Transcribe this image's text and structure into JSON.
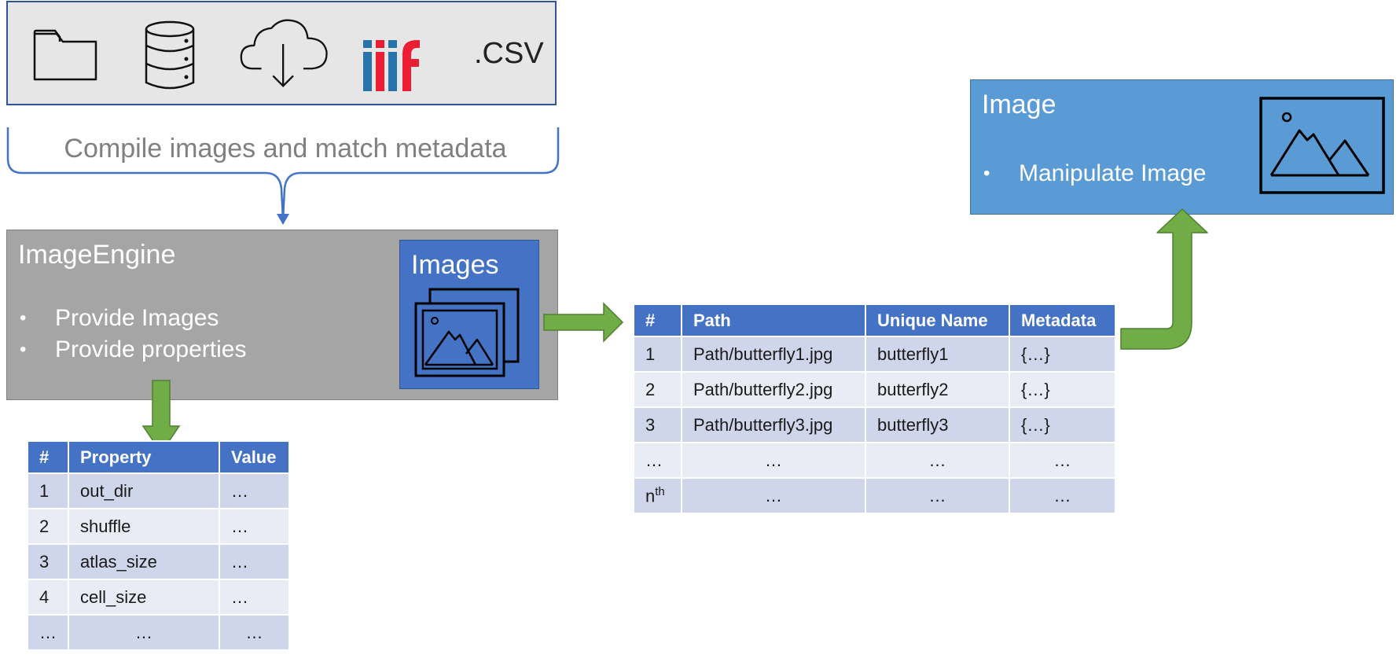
{
  "sources": {
    "icons": [
      "folder-icon",
      "database-icon",
      "cloud-download-icon",
      "iiif-logo",
      "csv-label"
    ],
    "iiif_text": "iiif",
    "csv_label": ".CSV"
  },
  "compile_caption": "Compile images and match metadata",
  "engine": {
    "title": "ImageEngine",
    "bullets": [
      "Provide Images",
      "Provide properties"
    ],
    "images_title": "Images"
  },
  "image_box": {
    "title": "Image",
    "bullets": [
      "Manipulate Image"
    ]
  },
  "property_table": {
    "headers": [
      "#",
      "Property",
      "Value"
    ],
    "rows": [
      [
        "1",
        "out_dir",
        "…"
      ],
      [
        "2",
        "shuffle",
        "…"
      ],
      [
        "3",
        "atlas_size",
        "…"
      ],
      [
        "4",
        "cell_size",
        "…"
      ],
      [
        "…",
        "…",
        "…"
      ]
    ]
  },
  "data_table": {
    "headers": [
      "#",
      "Path",
      "Unique Name",
      "Metadata"
    ],
    "rows": [
      [
        "1",
        "Path/butterfly1.jpg",
        "butterfly1",
        "{…}"
      ],
      [
        "2",
        "Path/butterfly2.jpg",
        "butterfly2",
        "{…}"
      ],
      [
        "3",
        "Path/butterfly3.jpg",
        "butterfly3",
        "{…}"
      ],
      [
        "…",
        "…",
        "…",
        "…"
      ]
    ],
    "last_row": {
      "n": "n",
      "sup": "th",
      "path": "…",
      "name": "…",
      "meta": "…"
    }
  },
  "colors": {
    "arrow_green": "#70ad47",
    "arrow_green_border": "#507e32",
    "header_blue": "#4472c4",
    "image_box_blue": "#5b9bd5",
    "engine_gray": "#a5a5a5",
    "sources_gray": "#e7e6e6"
  }
}
